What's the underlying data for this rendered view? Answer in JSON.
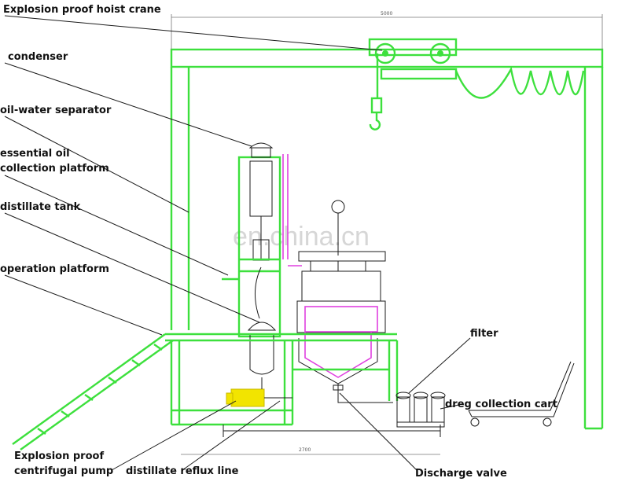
{
  "labels": {
    "hoist_crane": "Explosion proof hoist crane",
    "condenser": "condenser",
    "oil_water_separator": "oil-water separator",
    "essential_oil_line1": "essential oil",
    "essential_oil_line2": "collection platform",
    "distillate_tank": "distillate tank",
    "operation_platform": "operation platform",
    "pump_line1": "Explosion proof",
    "pump_line2": "centrifugal pump",
    "reflux_line": "distillate reflux line",
    "discharge_valve": "Discharge valve",
    "filter": "filter",
    "dreg_cart": "dreg collection cart"
  },
  "dimensions": {
    "top": "5000",
    "bottom": "2700"
  },
  "watermark": "en.china.cn",
  "colors": {
    "frame": "#3de03d",
    "equipment_accent": "#e040e0",
    "pump": "#f2e400",
    "line": "#1b1b1b"
  }
}
